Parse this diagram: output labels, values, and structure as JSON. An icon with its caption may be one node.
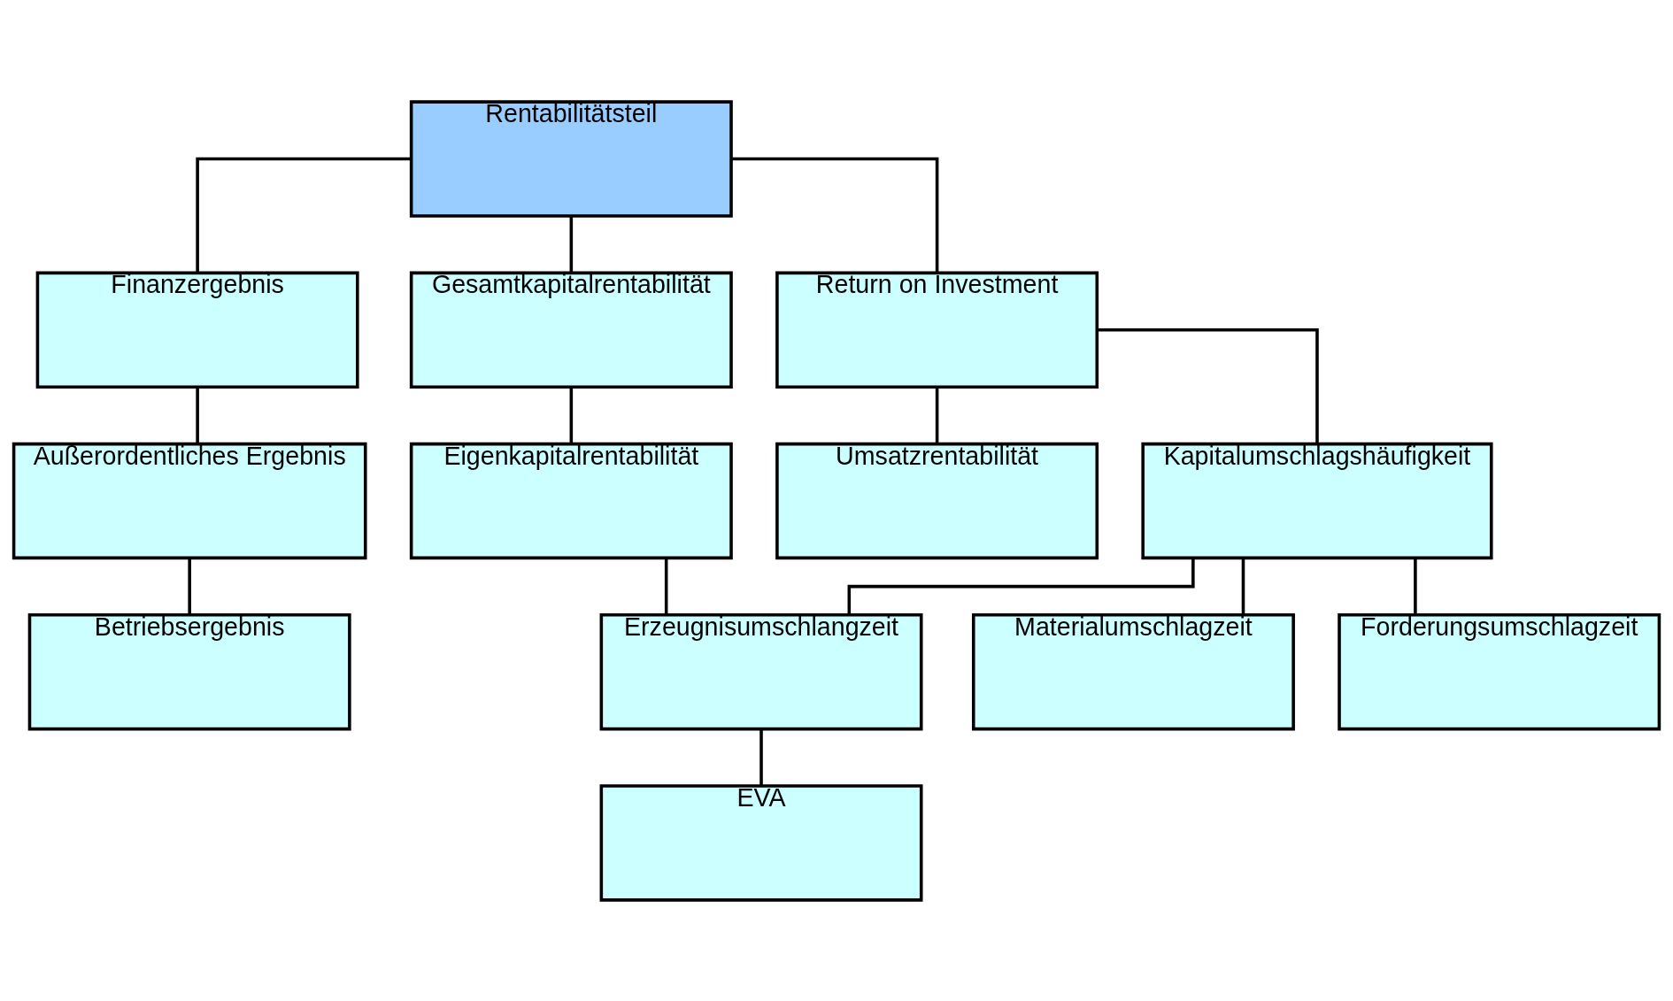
{
  "diagram": {
    "nodes": [
      {
        "text": [
          "Rentabilitätsteil"
        ]
      },
      {
        "text": [
          "Finanzergebnis"
        ]
      },
      {
        "text": [
          "Gesamtkapitalrentabilität"
        ]
      },
      {
        "text": [
          "Return on Investment"
        ]
      },
      {
        "text": [
          "Außerordentliches Ergebnis"
        ]
      },
      {
        "text": [
          "Eigenkapitalrentabilität"
        ]
      },
      {
        "text": [
          "Umsatzrentabilität"
        ]
      },
      {
        "text": [
          "Kapitalumschlagshäufigkeit"
        ]
      },
      {
        "text": [
          "Betriebsergebnis"
        ]
      },
      {
        "text": [
          "Erzeugnisumschlangzeit"
        ]
      },
      {
        "text": [
          "Materialumschlagzeit"
        ]
      },
      {
        "text": [
          "Forderungsumschlagzeit"
        ]
      },
      {
        "text": [
          "EVA"
        ]
      }
    ],
    "edges": [
      {
        "from": 0,
        "to": 1,
        "arrow": "none"
      },
      {
        "from": 0,
        "to": 2,
        "arrow": "none"
      },
      {
        "from": 0,
        "to": 3,
        "arrow": "none"
      },
      {
        "from": 1,
        "to": 4,
        "arrow": "none"
      },
      {
        "from": 2,
        "to": 5,
        "arrow": "none"
      },
      {
        "from": 3,
        "to": 6,
        "arrow": "none"
      },
      {
        "from": 3,
        "to": 7,
        "arrow": "none"
      },
      {
        "from": 4,
        "to": 8,
        "arrow": "none"
      },
      {
        "from": 5,
        "to": 9,
        "arrow": "none"
      },
      {
        "from": 7,
        "to": 9,
        "arrow": "none"
      },
      {
        "from": 7,
        "to": 10,
        "arrow": "none"
      },
      {
        "from": 7,
        "to": 11,
        "arrow": "none"
      },
      {
        "from": 9,
        "to": 12,
        "arrow": "none"
      }
    ]
  }
}
